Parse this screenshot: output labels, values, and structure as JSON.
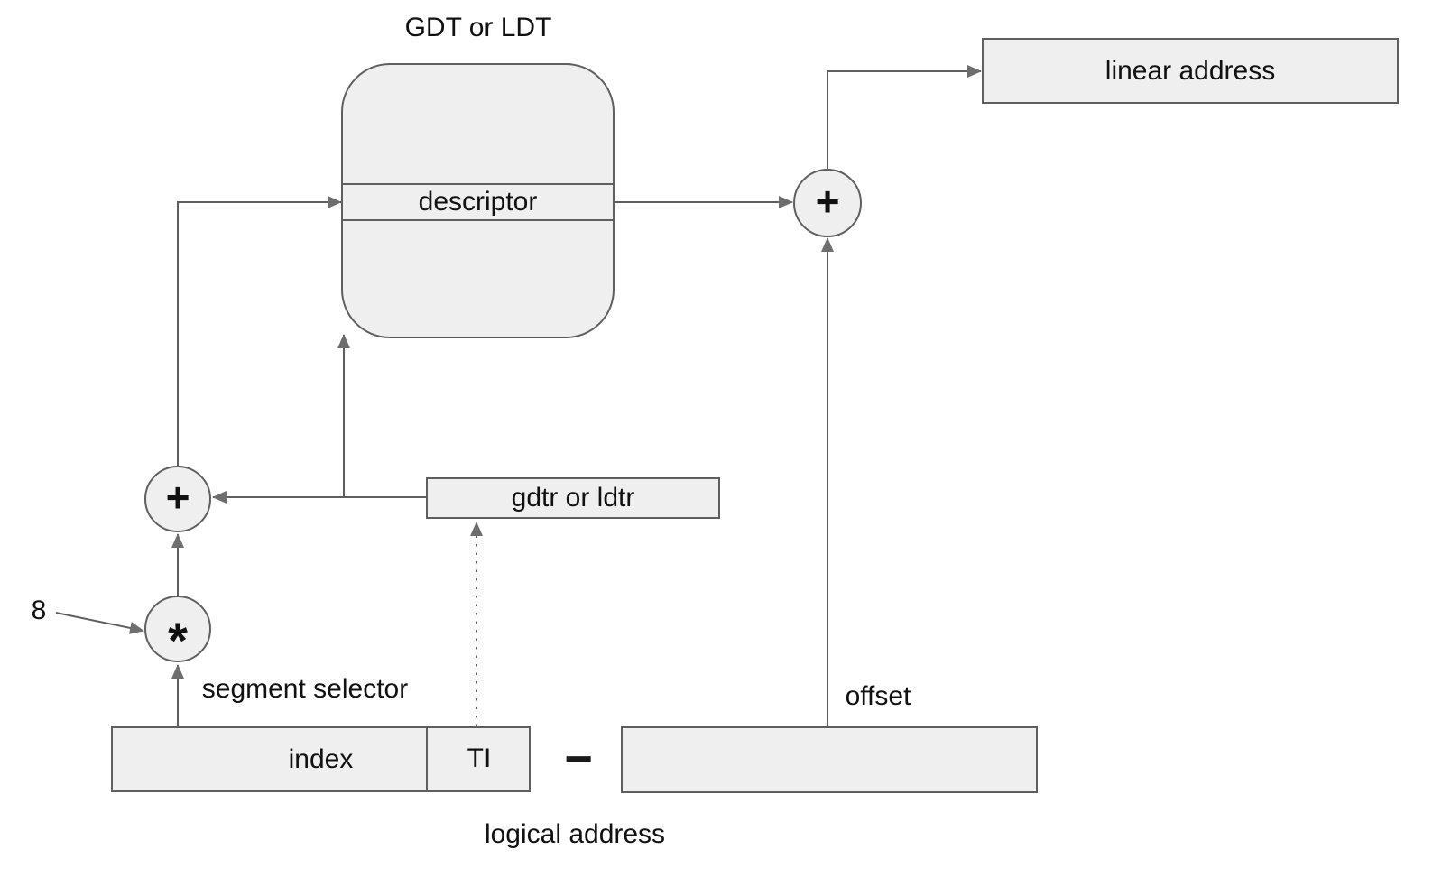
{
  "diagram": {
    "title": "GDT or LDT",
    "table": {
      "descriptor_label": "descriptor"
    },
    "boxes": {
      "linear_address_label": "linear address",
      "gdtr_label": "gdtr or ldtr",
      "index_label": "index",
      "ti_label": "TI",
      "offset_box_label": ""
    },
    "labels": {
      "segment_selector": "segment selector",
      "offset": "offset",
      "logical_address": "logical address",
      "multiplier_value": "8",
      "separator": "−"
    },
    "operators": {
      "sum_descriptor_offset": "+",
      "add_base_index": "+",
      "multiply": "*"
    },
    "colors": {
      "box_fill": "#efefef",
      "box_border": "#5f5f5f",
      "line": "#5f5f5f",
      "arrow": "#6e6e6e",
      "text": "#111111",
      "bg": "#ffffff"
    }
  }
}
